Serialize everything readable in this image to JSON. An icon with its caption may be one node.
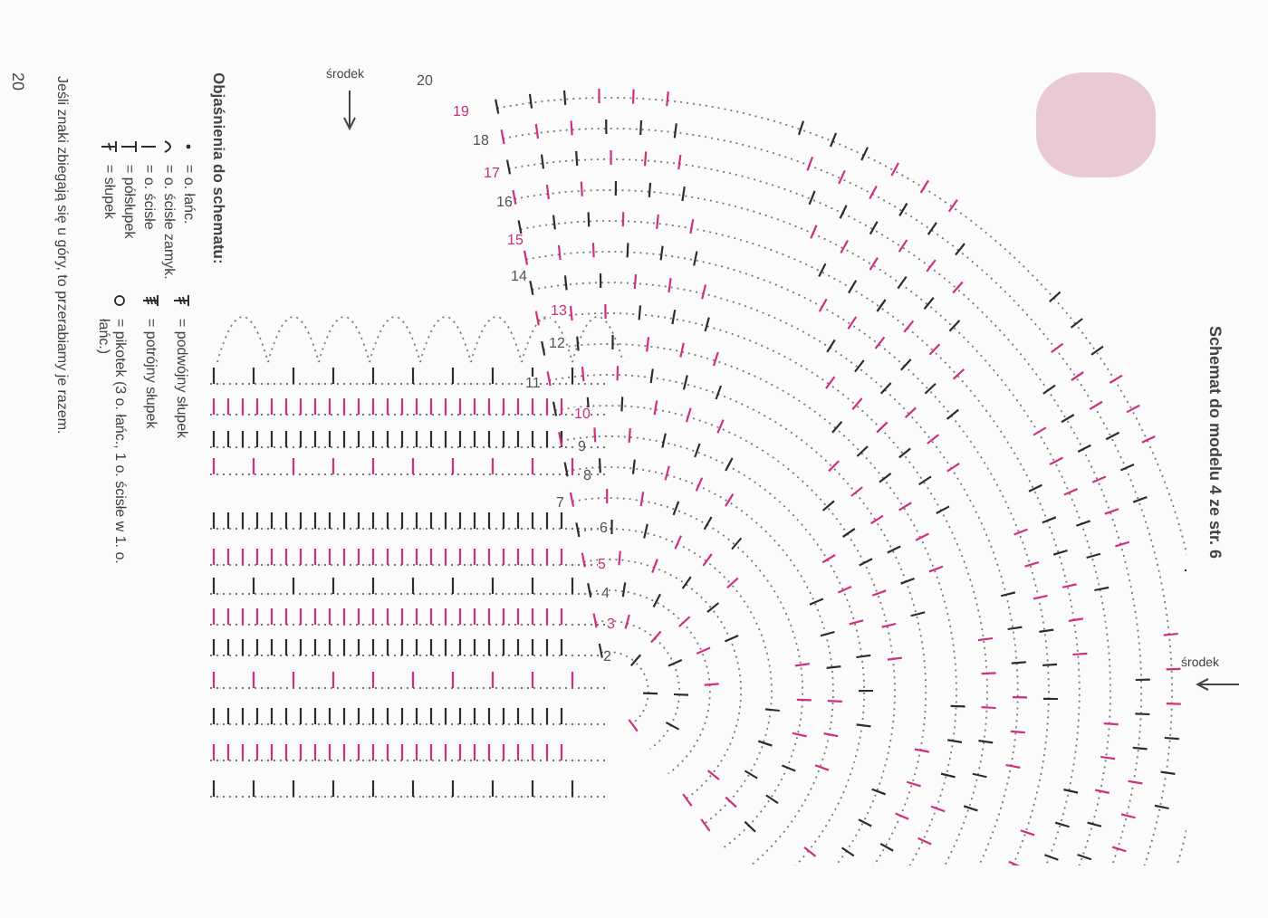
{
  "diagram": {
    "title": "Schemat do modelu 4 ze str. 6",
    "labels": [
      "20",
      "Objaśnienia do schematu:",
      "Jeśli znaki zbiegają się u góry, to przerabiamy je razem.",
      "środek",
      "środek",
      "2",
      "3",
      "4",
      "5",
      "6",
      "7",
      "8",
      "9",
      "10",
      "11",
      "12",
      "13",
      "14",
      "15",
      "16",
      "17",
      "18",
      "19",
      "20"
    ],
    "legend": [
      {
        "text": "= o. łańc."
      },
      {
        "text": "= o. ścisłe zamyk."
      },
      {
        "text": "= o. ścisłe"
      },
      {
        "text": "= półsłupek"
      },
      {
        "text": "= słupek"
      },
      {
        "text": "= podwójny słupek"
      },
      {
        "text": "= potrójny słupek"
      },
      {
        "text": "= pikotek (3 o. łańc., 1 o. ścisłe w 1. o. łańc.)"
      }
    ]
  }
}
